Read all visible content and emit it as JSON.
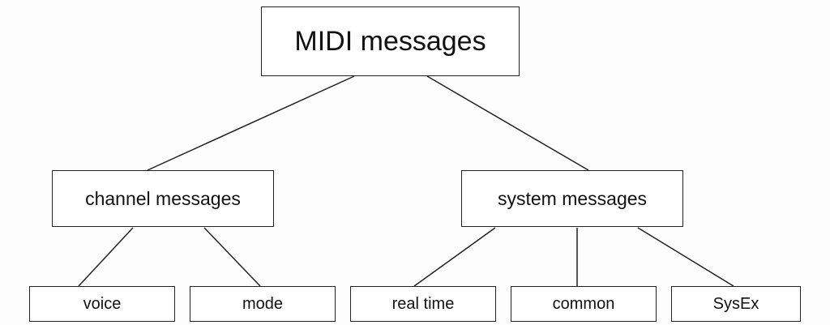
{
  "diagram": {
    "nodes": {
      "root": "MIDI messages",
      "channel": "channel messages",
      "system": "system messages",
      "voice": "voice",
      "mode": "mode",
      "realtime": "real time",
      "common": "common",
      "sysex": "SysEx"
    },
    "edges": [
      [
        "root",
        "channel"
      ],
      [
        "root",
        "system"
      ],
      [
        "channel",
        "voice"
      ],
      [
        "channel",
        "mode"
      ],
      [
        "system",
        "realtime"
      ],
      [
        "system",
        "common"
      ],
      [
        "system",
        "sysex"
      ]
    ],
    "line_color": "#222222",
    "box_border_color": "#222222"
  }
}
